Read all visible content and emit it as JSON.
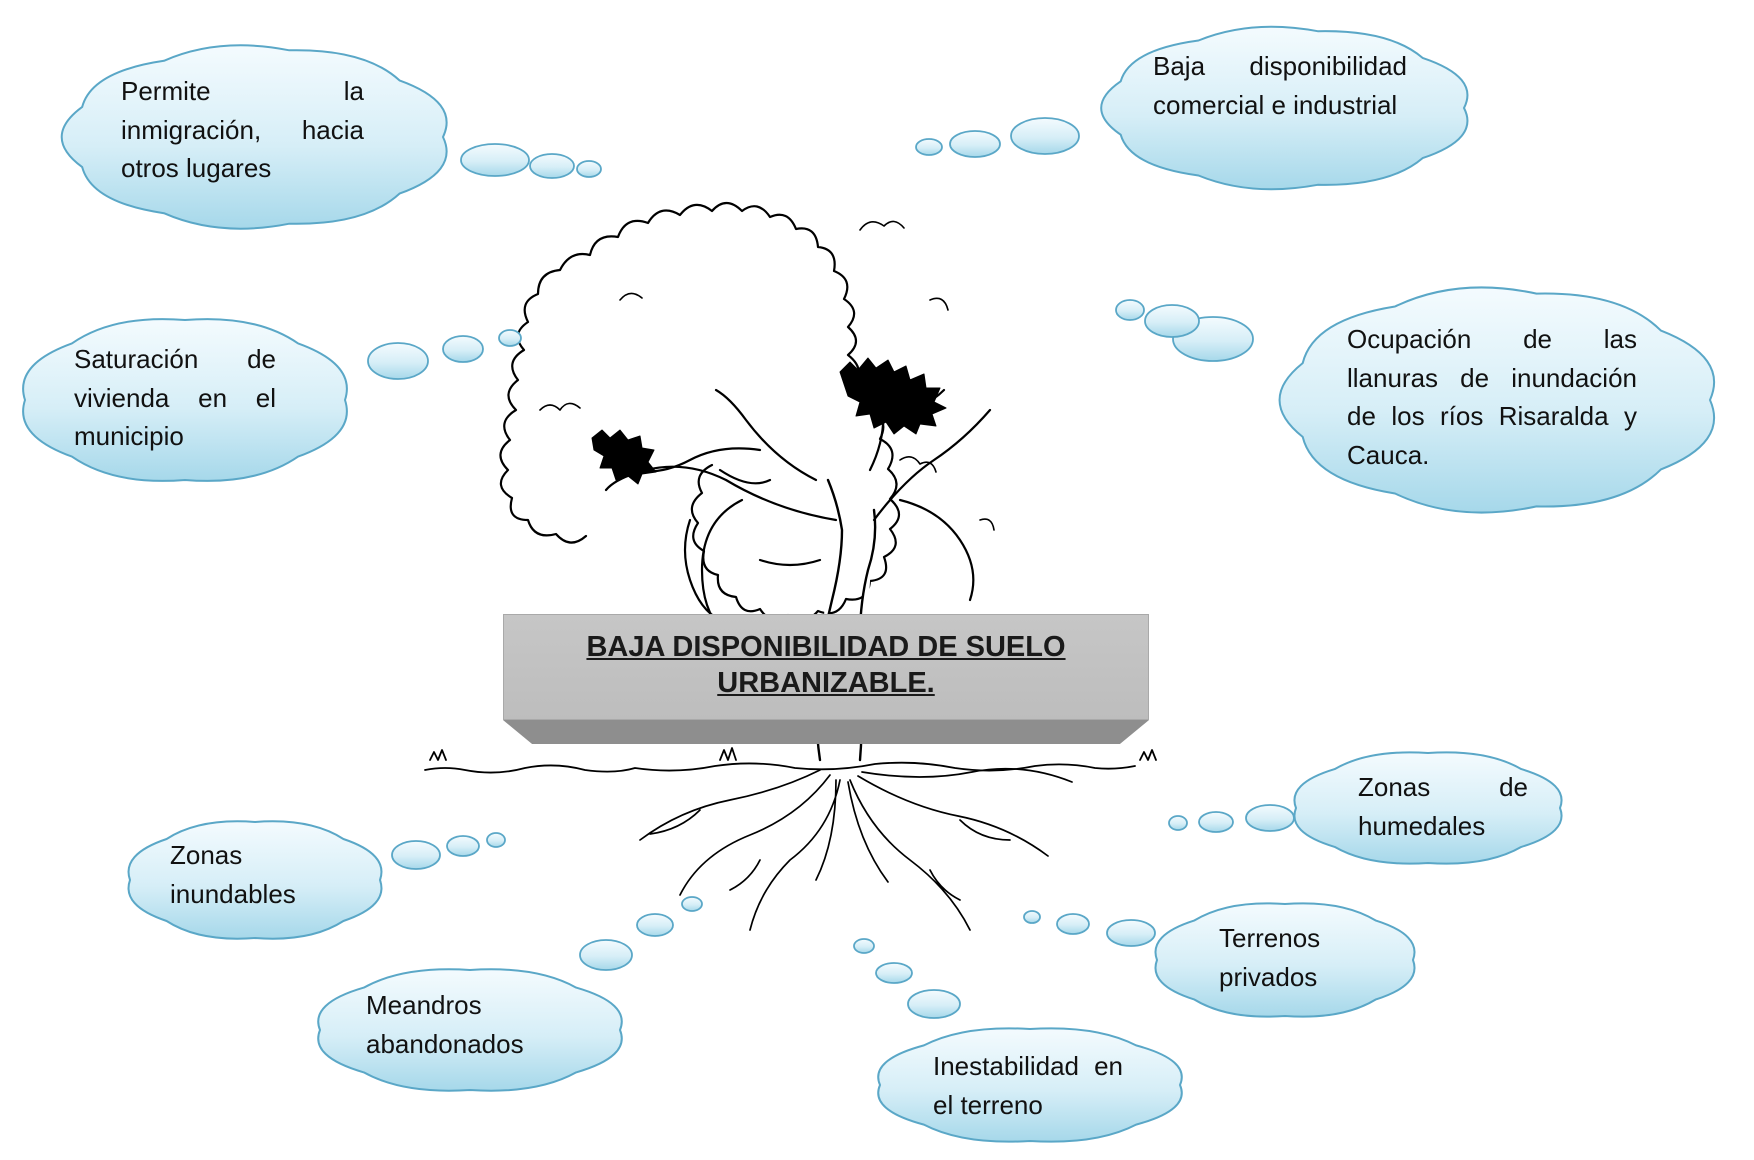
{
  "title": "BAJA DISPONIBILIDAD DE SUELO URBANIZABLE.",
  "colors": {
    "cloud_fill_top": "#f4fbfe",
    "cloud_fill_bottom": "#a6d8ea",
    "cloud_stroke": "#5aa7c7",
    "title_box": "#c2c2c2",
    "title_bevel": "#8e8e8e",
    "tree_ink": "#000000"
  },
  "clouds": [
    {
      "id": "permite",
      "text": "Permite la inmigración, hacia otros lugares"
    },
    {
      "id": "baja-comercial",
      "text": "Baja disponibilidad comercial e industrial"
    },
    {
      "id": "saturacion",
      "text": "Saturación de vivienda en el municipio"
    },
    {
      "id": "ocupacion",
      "text": "Ocupación de las llanuras de inundación de los ríos Risaralda y Cauca."
    },
    {
      "id": "zonas-inundables",
      "text": "Zonas inundables"
    },
    {
      "id": "zonas-humedales",
      "text": "Zonas de humedales"
    },
    {
      "id": "terrenos-privados",
      "text": "Terrenos privados"
    },
    {
      "id": "meandros",
      "text": "Meandros abandonados"
    },
    {
      "id": "inestabilidad",
      "text": "Inestabilidad en el terreno"
    }
  ]
}
